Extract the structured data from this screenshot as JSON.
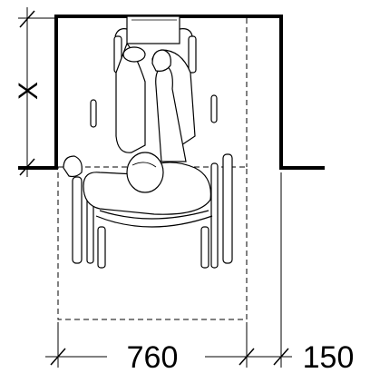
{
  "diagram": {
    "vertical_dimension_label": "X",
    "width_dimension_label": "760",
    "side_clearance_label": "150"
  },
  "colors": {
    "line": "#000000",
    "figure_fill": "#f4f4f4",
    "background": "#ffffff"
  }
}
